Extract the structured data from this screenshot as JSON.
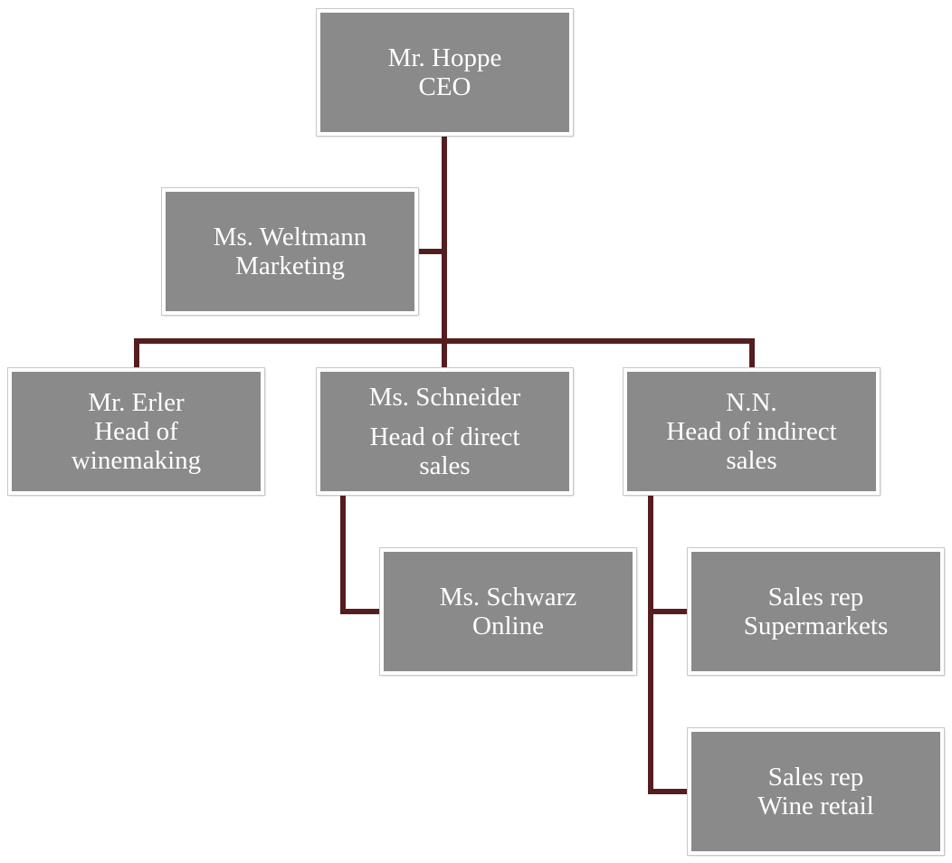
{
  "colors": {
    "node_fill": "#8a8a8a",
    "node_text": "#ffffff",
    "connector": "#551e1e"
  },
  "nodes": {
    "ceo": {
      "name": "Mr. Hoppe",
      "role": "CEO"
    },
    "marketing": {
      "name": "Ms. Weltmann",
      "role": "Marketing"
    },
    "winemaking": {
      "name": "Mr. Erler",
      "role_line1": "Head of",
      "role_line2": "winemaking"
    },
    "direct_sales": {
      "name": "Ms. Schneider",
      "role_line1": "Head of direct",
      "role_line2": "sales"
    },
    "indirect_sales": {
      "name": "N.N.",
      "role_line1": "Head of indirect",
      "role_line2": "sales"
    },
    "online": {
      "name": "Ms. Schwarz",
      "role": "Online"
    },
    "supermarkets": {
      "name": "Sales rep",
      "role": "Supermarkets"
    },
    "wine_retail": {
      "name": "Sales rep",
      "role": "Wine retail"
    }
  }
}
